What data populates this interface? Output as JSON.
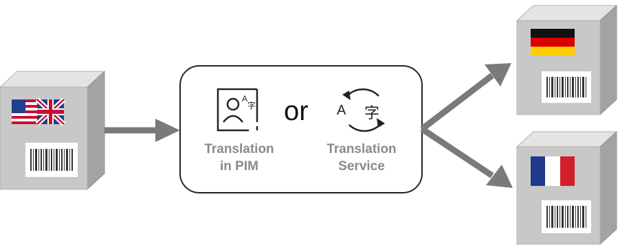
{
  "center": {
    "option_pim": {
      "label_line1": "Translation",
      "label_line2": "in PIM",
      "icon": "translate-document-icon"
    },
    "connector_text": "or",
    "option_service": {
      "label_line1": "Translation",
      "label_line2": "Service",
      "icon": "translate-sync-icon"
    }
  },
  "source_box": {
    "flag": "uk-us-flag-icon"
  },
  "targets": [
    {
      "flag": "germany-flag-icon"
    },
    {
      "flag": "france-flag-icon"
    }
  ],
  "colors": {
    "box_front": "#c6c6c6",
    "box_side": "#9e9e9e",
    "box_top": "#e2e2e2",
    "arrow": "#7a7a7a",
    "label_gray": "#8a8a8a"
  }
}
